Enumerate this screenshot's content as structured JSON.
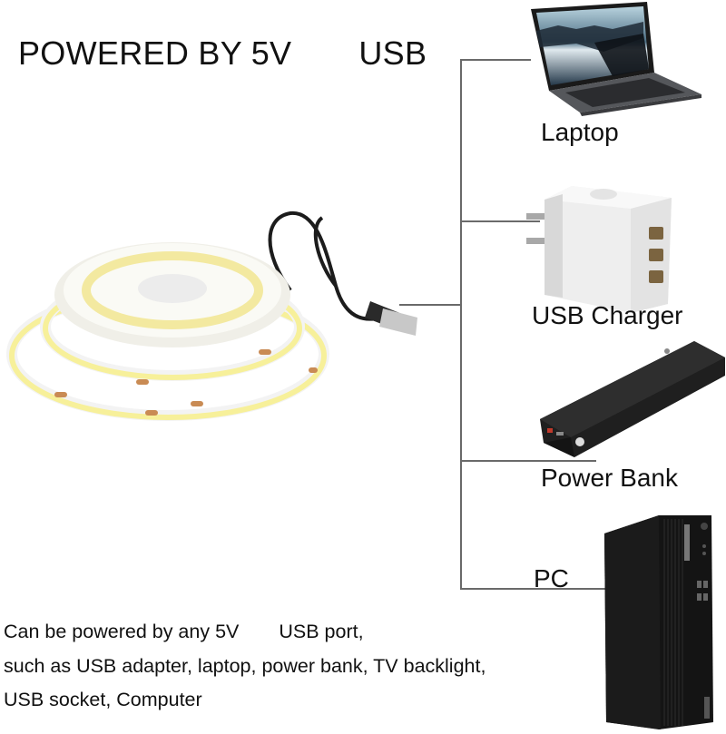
{
  "header": {
    "title_part1": "POWERED BY 5V",
    "title_part2": "USB"
  },
  "product": {
    "name": "COB LED strip light reel with USB cable",
    "strip_color": "#f7f09a",
    "cable_color": "#1c1c1c"
  },
  "devices": [
    {
      "label": "Laptop",
      "icon": "laptop-icon"
    },
    {
      "label": "USB Charger",
      "icon": "usb-charger-icon"
    },
    {
      "label": "Power Bank",
      "icon": "power-bank-icon"
    },
    {
      "label": "PC",
      "icon": "desktop-pc-icon"
    }
  ],
  "description": {
    "line1_part1": "Can be powered by any 5V",
    "line1_part2": "USB port,",
    "line2": "such as USB adapter, laptop, power bank, TV backlight,",
    "line3": "USB socket, Computer"
  },
  "colors": {
    "connector_line": "#6a6a6a",
    "text": "#111111",
    "background": "#ffffff"
  }
}
